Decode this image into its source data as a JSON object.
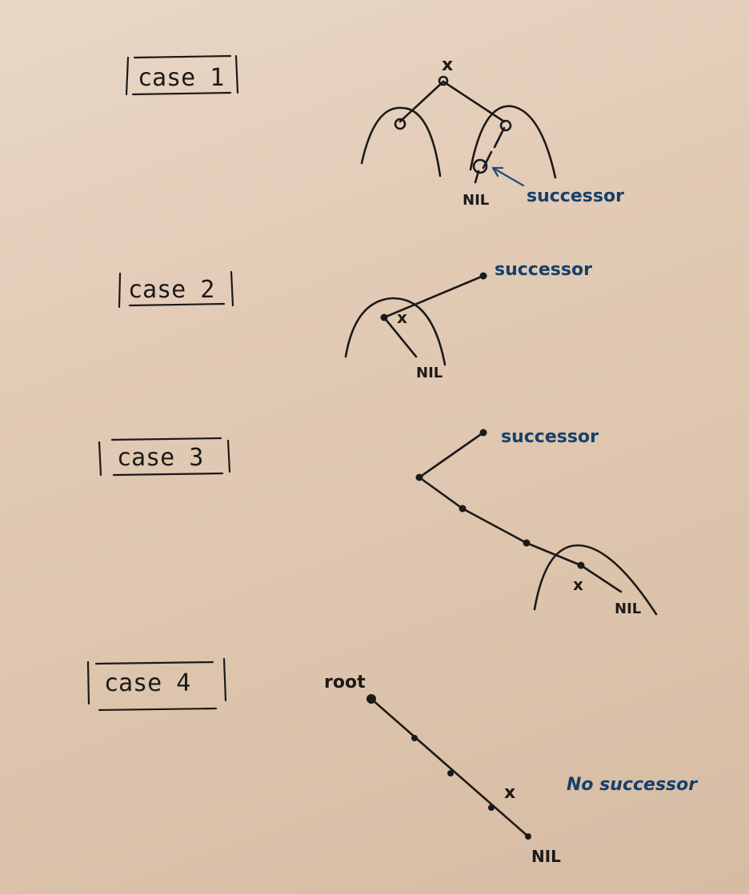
{
  "cases": [
    {
      "title": "case 1",
      "labels": {
        "node": "x",
        "successor": "successor",
        "nil": "NIL"
      }
    },
    {
      "title": "case 2",
      "labels": {
        "node": "x",
        "successor": "successor",
        "nil": "NIL"
      }
    },
    {
      "title": "case 3",
      "labels": {
        "node": "x",
        "successor": "successor",
        "nil": "NIL"
      }
    },
    {
      "title": "case 4",
      "labels": {
        "root": "root",
        "node": "x",
        "nil": "NIL",
        "note": "No successor"
      }
    }
  ],
  "colors": {
    "ink": "#1c1a18",
    "blue_ink": "#16406b",
    "paper": "#e2cbb6"
  }
}
